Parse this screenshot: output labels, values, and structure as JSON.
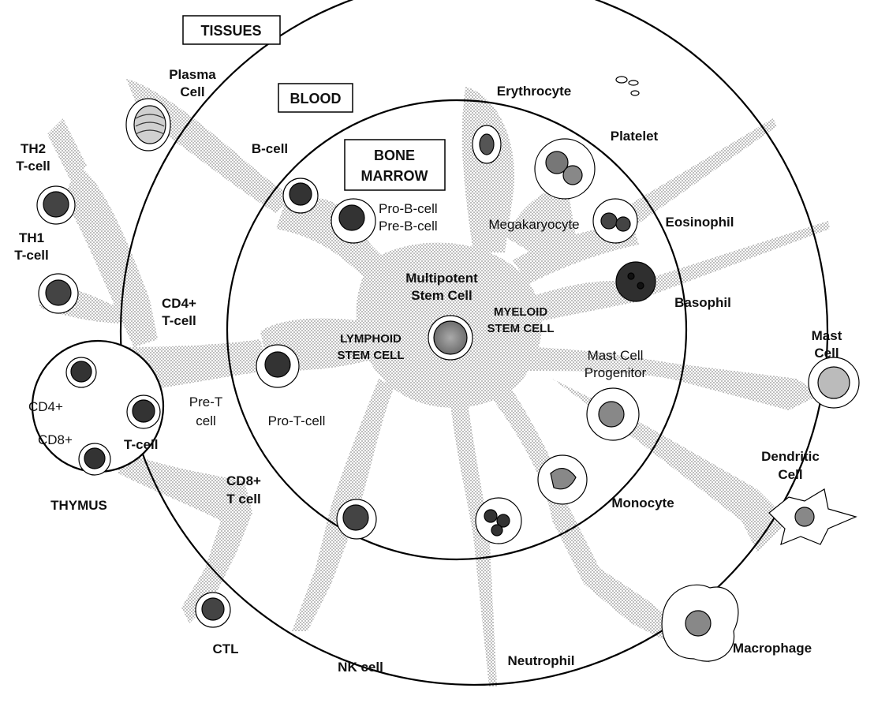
{
  "regions": {
    "tissues": "TISSUES",
    "blood": "BLOOD",
    "bone_marrow": [
      "BONE",
      "MARROW"
    ],
    "thymus": "THYMUS"
  },
  "stem_cells": {
    "multipotent": [
      "Multipotent",
      "Stem Cell"
    ],
    "lymphoid": [
      "LYMPHOID",
      "STEM CELL"
    ],
    "myeloid": [
      "MYELOID",
      "STEM CELL"
    ]
  },
  "lymphoid_cells": {
    "pro_pre_b": [
      "Pro-B-cell",
      "Pre-B-cell"
    ],
    "b_cell": "B-cell",
    "plasma_cell": [
      "Plasma",
      "Cell"
    ],
    "pro_t": "Pro-T-cell",
    "pre_t": [
      "Pre-T",
      "cell"
    ],
    "thymus_cd4": "CD4+",
    "thymus_cd8": "CD8+",
    "thymus_t": "T-cell",
    "cd4_t": [
      "CD4+",
      "T-cell"
    ],
    "th2": [
      "TH2",
      "T-cell"
    ],
    "th1": [
      "TH1",
      "T-cell"
    ],
    "cd8_t": [
      "CD8+",
      "T cell"
    ],
    "ctl": "CTL",
    "nk": "NK cell"
  },
  "myeloid_cells": {
    "erythrocyte": "Erythrocyte",
    "platelet": "Platelet",
    "megakaryocyte": "Megakaryocyte",
    "eosinophil": "Eosinophil",
    "basophil": "Basophil",
    "mast_progenitor": [
      "Mast Cell",
      "Progenitor"
    ],
    "mast_cell": [
      "Mast",
      "Cell"
    ],
    "dendritic": [
      "Dendritic",
      "Cell"
    ],
    "monocyte": "Monocyte",
    "macrophage": "Macrophage",
    "neutrophil": "Neutrophil"
  },
  "colors": {
    "line": "#000000",
    "shade": "#b9b9b9",
    "cell_dark": "#2f2f2f",
    "stem_core": "#8c8c8c"
  }
}
